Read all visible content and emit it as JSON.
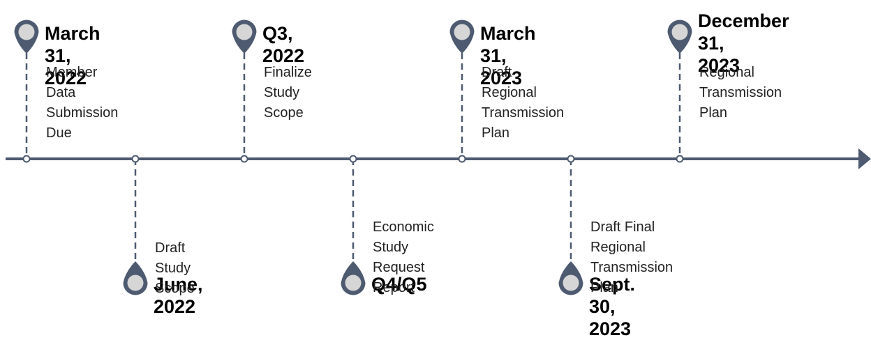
{
  "timeline": {
    "axis_color": "#4d5a70",
    "pin_fill": "#d6d6d6",
    "pin_stroke": "#4d5a70",
    "milestones": [
      {
        "date": "March 31, 2022",
        "description": "Member Data\nSubmission Due",
        "side": "top"
      },
      {
        "date": "June, 2022",
        "description": "Draft Study Scope",
        "side": "bottom"
      },
      {
        "date": "Q3, 2022",
        "description": "Finalize  Study Scope",
        "side": "top"
      },
      {
        "date": "Q4/Q5",
        "description": "Economic Study\nRequest Report",
        "side": "bottom"
      },
      {
        "date": "March 31, 2023",
        "description": "Draft Regional\nTransmission Plan",
        "side": "top"
      },
      {
        "date": "Sept. 30, 2023",
        "description": "Draft Final Regional\nTransmission Plan",
        "side": "bottom"
      },
      {
        "date": "December 31,\n2023",
        "description": "Regional Transmission\nPlan",
        "side": "top"
      }
    ]
  }
}
